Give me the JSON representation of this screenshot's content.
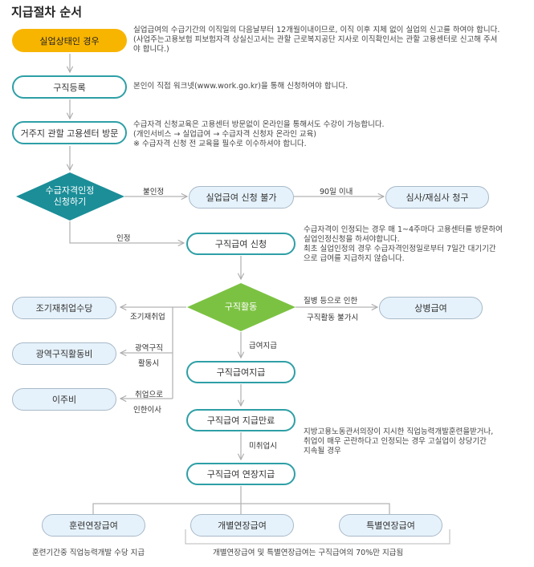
{
  "title": "지급절차 순서",
  "steps": {
    "unemployed": "실업상태인 경우",
    "register": "구직등록",
    "visit": "거주지 관할 고용센터 방문",
    "qualify": [
      "수급자격인정",
      "신청하기"
    ],
    "not_possible": "실업급여 신청 불가",
    "review": "심사/재심사 청구",
    "apply": "구직급여 신청",
    "job_search": "구직활동",
    "sickness": "상병급여",
    "early_reemploy": "조기재취업수당",
    "wide_area": "광역구직활동비",
    "relocation": "이주비",
    "payment": "구직급여지급",
    "expiry": "구직급여 지급만료",
    "extension": "구직급여 연장지급",
    "training_ext": "훈련연장급여",
    "individual_ext": "개별연장급여",
    "special_ext": "특별연장급여"
  },
  "labels": {
    "rejected": "불인정",
    "within90": "90일 이내",
    "approved": "인정",
    "sick1": "질병 등으로 인한",
    "sick2": "구직활동 불가시",
    "early": "조기재취업",
    "wide1": "광역구직",
    "wide2": "활동시",
    "move1": "취업으로",
    "move2": "인한이사",
    "paid": "급여지급",
    "unemployed_after": "미취업시"
  },
  "descriptions": {
    "unemployed": [
      "실업급여의 수급기간의 이직일의 다음날부터 12개월이내이므로, 이직 이후 지체 없이 실업의 신고를 하여야 합니다.",
      "(사업주는고용보험 피보험자격 상실신고서는 관할 근로복지공단 지사로 이직확인서는 관할 고용센터로 신고해 주셔",
      "야 합니다.)"
    ],
    "register": [
      "본인이 직접 워크넷(www.work.go.kr)을 통해 신청하여야 합니다."
    ],
    "visit": [
      "수급자격 신청교육은 고용센터 방문없이 온라인을 통해서도 수강이 가능합니다.",
      "(개인서비스 → 실업급여 → 수급자격 신청자 온라인 교육)",
      "※ 수급자격 신청 전 교육을 필수로 이수하셔야 합니다."
    ],
    "apply": [
      "수급자격이 인정되는 경우 매 1~4주마다 고용센터를 방문하여",
      "실업인정신청을 하셔야합니다.",
      "최초 실업인정의 경우 수급자격인정일로부터 7일간 대기기간",
      "으로 급여를 지급하지 않습니다."
    ],
    "expiry": [
      "지방고용노동관서의장이 지시한 직업능력개발훈련을받거나,",
      "취업이 매우 곤란하다고 인정되는 경우 고실업이 상당기간",
      "지속될 경우"
    ],
    "training_note": "훈련기간중 직업능력개발 수당 지급",
    "ext_note": "개별연장급여 및 특별연장급여는 구직급여의 70%만 지급됨"
  },
  "colors": {
    "yellow": "#f8b500",
    "teal": "#1b8e98",
    "green": "#7cc242",
    "light": "#e6f2fb",
    "line": "#b5b5b5"
  }
}
